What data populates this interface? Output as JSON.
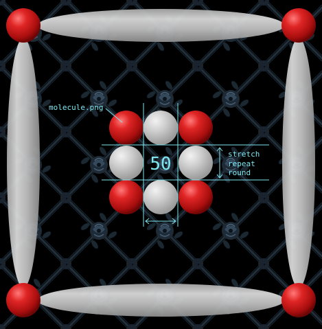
{
  "colors": {
    "background": "#000000",
    "lace_pattern": "#1e2a36",
    "lace_highlight": "#3b4f61",
    "red_atom": "#d41c1c",
    "grey_atom": "#c8c8c8",
    "bond": "#c9c9c9",
    "annotation": "#7fe6f0"
  },
  "diagram": {
    "image_label": "molecule.png",
    "slice_value": "50",
    "repeat_modes": [
      "stretch",
      "repeat",
      "round"
    ],
    "background_pattern": "rose-lace",
    "outer_frame": {
      "corners": [
        "red-atom",
        "red-atom",
        "red-atom",
        "red-atom"
      ],
      "edges": [
        "grey-bond",
        "grey-bond",
        "grey-bond",
        "grey-bond"
      ]
    },
    "source_image_grid": [
      [
        "red",
        "grey",
        "red"
      ],
      [
        "grey",
        "",
        "grey"
      ],
      [
        "red",
        "grey",
        "red"
      ]
    ]
  }
}
